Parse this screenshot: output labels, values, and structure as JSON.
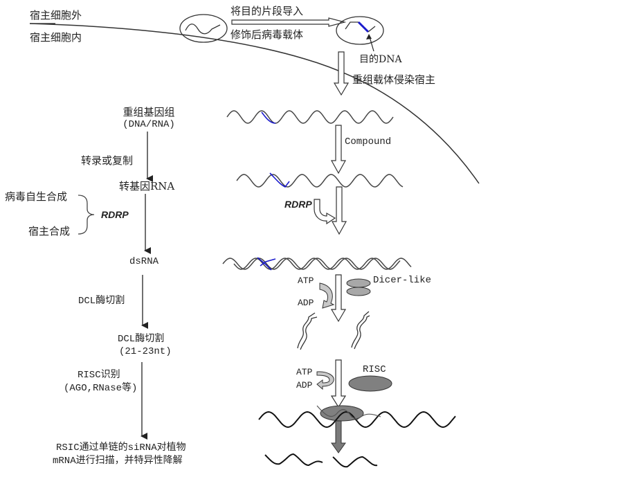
{
  "membrane": {
    "outside_label": "宿主细胞外",
    "inside_label": "宿主细胞内"
  },
  "top": {
    "insert_label": "将目的片段导入",
    "vector_label": "修饰后病毒载体",
    "target_dna_label": "目的DNA",
    "infect_label": "重组载体侵染宿主"
  },
  "left_flow": {
    "step1": "重组基因组",
    "step1_sub": "(DNA/RNA)",
    "arrow1": "转录或复制",
    "step2": "转基因RNA",
    "rdrp_source_1": "病毒自生合成",
    "rdrp_source_2": "宿主合成",
    "rdrp": "RDRP",
    "step3": "dsRNA",
    "arrow3": "DCL酶切割",
    "step4": "DCL酶切割",
    "step4_sub": "(21-23nt)",
    "arrow4": "RISC识别",
    "arrow4_sub": "(AGO,RNase等)",
    "final_1": "RSIC通过单链的siRNA对植物",
    "final_2": "mRNA进行扫描，并特异性降解"
  },
  "right_flow": {
    "compound": "Compound",
    "rdrp": "RDRP",
    "atp_1": "ATP",
    "adp_1": "ADP",
    "dicer": "Dicer-like",
    "atp_2": "ATP",
    "adp_2": "ADP",
    "risc": "RISC"
  },
  "colors": {
    "line": "#333333",
    "target": "#1a1acc",
    "enzyme": "#a8a8a8",
    "risc": "#808080"
  }
}
